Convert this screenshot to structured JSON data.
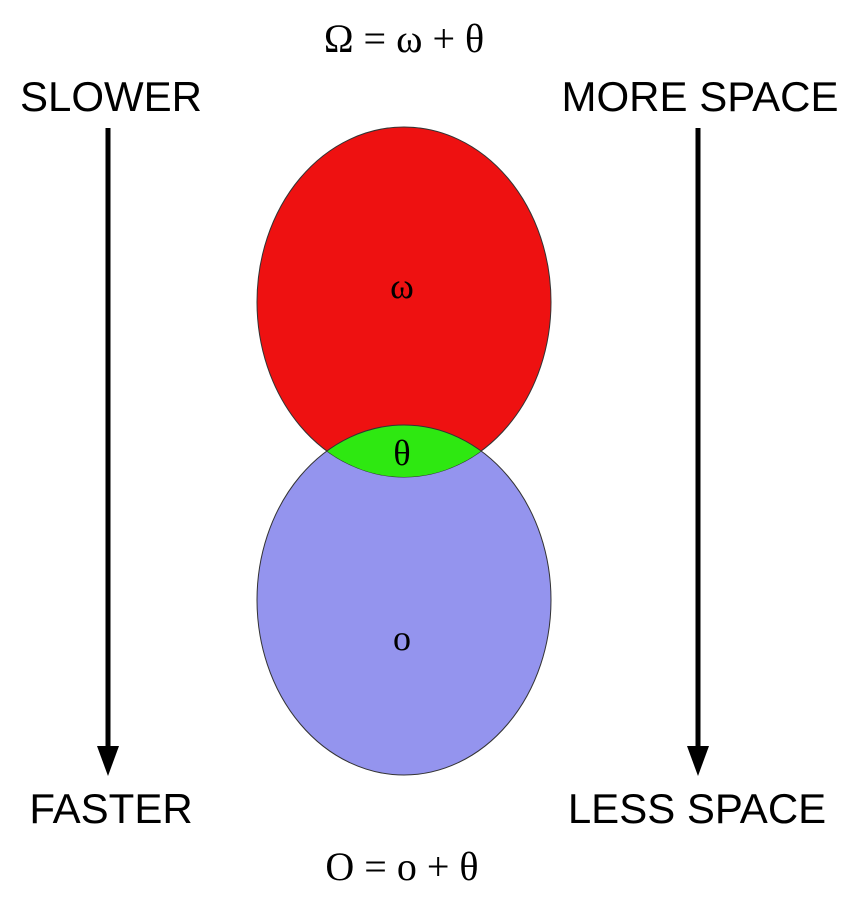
{
  "formulas": {
    "top": "Ω = ω + θ",
    "bottom": "O = ο + θ"
  },
  "left_axis": {
    "top_label": "SLOWER",
    "bottom_label": "FASTER"
  },
  "right_axis": {
    "top_label": "MORE SPACE",
    "bottom_label": "LESS SPACE"
  },
  "regions": {
    "upper": {
      "symbol": "ω",
      "color": "#ee1111"
    },
    "overlap": {
      "symbol": "θ",
      "color": "#2ee811"
    },
    "lower": {
      "symbol": "ο",
      "color": "#9494ee"
    }
  }
}
